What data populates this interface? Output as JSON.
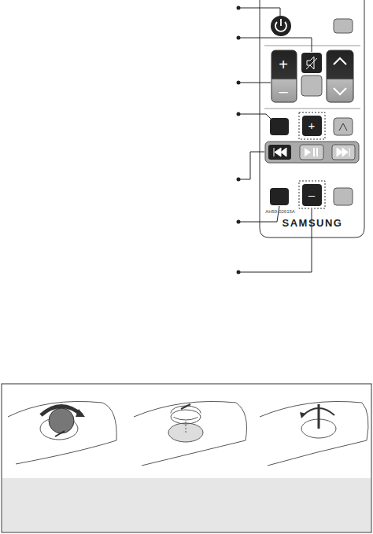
{
  "diagram": {
    "labels": [
      "+",
      "–",
      "+",
      "–",
      "AH59-02615A",
      "SAMSUNG"
    ]
  }
}
